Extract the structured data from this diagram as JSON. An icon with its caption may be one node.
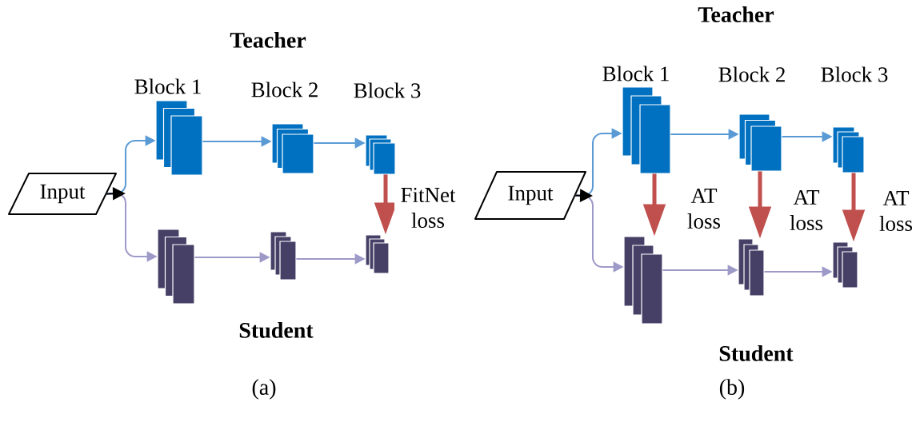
{
  "diagram": {
    "nodes": [
      {
        "text": [
          "Input"
        ]
      },
      {
        "text": [],
        "shape": "box",
        "beside": [
          "Block 1"
        ]
      },
      {
        "text": [],
        "shape": "box",
        "beside": [
          "Block 2"
        ]
      },
      {
        "text": [],
        "shape": "box",
        "beside": [
          "Block 3"
        ]
      },
      {
        "text": [],
        "shape": "box"
      },
      {
        "text": [],
        "shape": "box"
      },
      {
        "text": [],
        "shape": "box"
      },
      {
        "text": [
          "Input"
        ]
      },
      {
        "text": [],
        "shape": "box",
        "beside": [
          "Block 1"
        ]
      },
      {
        "text": [],
        "shape": "box",
        "beside": [
          "Block 2"
        ]
      },
      {
        "text": [],
        "shape": "box",
        "beside": [
          "Block 3"
        ]
      },
      {
        "text": [],
        "shape": "box"
      },
      {
        "text": [],
        "shape": "box"
      },
      {
        "text": [],
        "shape": "box"
      }
    ],
    "edges": [
      {
        "from": 0,
        "to": 1,
        "arrow": "to",
        "color": "#5b9bd5"
      },
      {
        "from": 0,
        "to": 4,
        "arrow": "to",
        "color": "#9e9ac8"
      },
      {
        "from": 1,
        "to": 2,
        "arrow": "to",
        "color": "#5b9bd5"
      },
      {
        "from": 2,
        "to": 3,
        "arrow": "to",
        "color": "#5b9bd5"
      },
      {
        "from": 4,
        "to": 5,
        "arrow": "to",
        "color": "#9e9ac8"
      },
      {
        "from": 5,
        "to": 6,
        "arrow": "to",
        "color": "#9e9ac8"
      },
      {
        "from": 3,
        "to": 6,
        "arrow": "to",
        "label": "FitNet loss",
        "style": "thick",
        "color": "#c0504d"
      },
      {
        "from": 7,
        "to": 8,
        "arrow": "to",
        "color": "#5b9bd5"
      },
      {
        "from": 7,
        "to": 11,
        "arrow": "to",
        "color": "#9e9ac8"
      },
      {
        "from": 8,
        "to": 9,
        "arrow": "to",
        "color": "#5b9bd5"
      },
      {
        "from": 9,
        "to": 10,
        "arrow": "to",
        "color": "#5b9bd5"
      },
      {
        "from": 11,
        "to": 12,
        "arrow": "to",
        "color": "#9e9ac8"
      },
      {
        "from": 12,
        "to": 13,
        "arrow": "to",
        "color": "#9e9ac8"
      },
      {
        "from": 8,
        "to": 11,
        "arrow": "to",
        "label": "AT loss",
        "style": "thick",
        "color": "#c0504d"
      },
      {
        "from": 9,
        "to": 12,
        "arrow": "to",
        "label": "AT loss",
        "style": "thick",
        "color": "#c0504d"
      },
      {
        "from": 10,
        "to": 13,
        "arrow": "to",
        "label": "AT loss",
        "style": "thick",
        "color": "#c0504d"
      }
    ],
    "labels": [
      "Teacher",
      "Student",
      "(a)",
      "Teacher",
      "Student",
      "(b)"
    ]
  }
}
